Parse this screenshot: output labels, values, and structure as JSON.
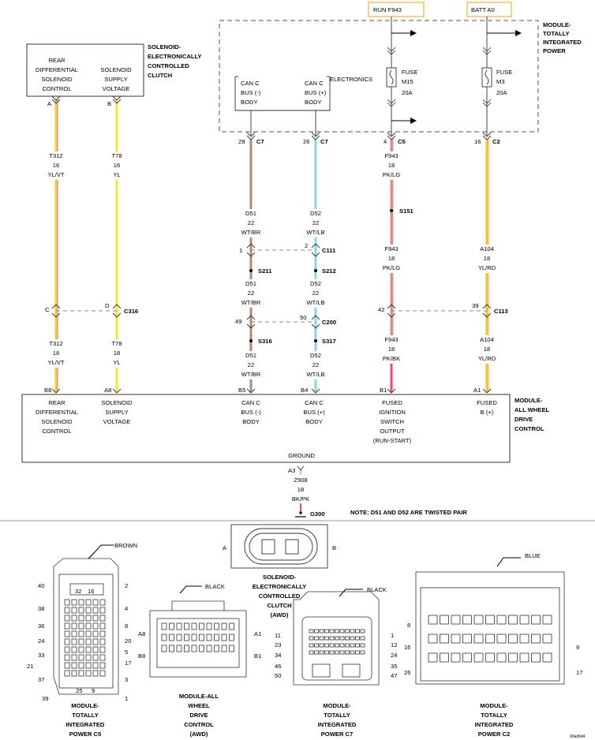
{
  "sources": {
    "run": "RUN F943",
    "batt": "BATT A0"
  },
  "colors": {
    "yl_vt_a": "#f5d020",
    "yl_vt_b": "#e87fb0",
    "yl": "#f0ea2a",
    "wt_br": "#b08a74",
    "wt_lb": "#8fd3ea",
    "pk_lg_a": "#f08090",
    "pk_lg_b": "#8fd08a",
    "pk_bk": "#e84a6a",
    "yl_rd": "#f6c326",
    "orange_box": "#f4b040"
  },
  "clutch": {
    "title": [
      "SOLENOID-",
      "ELECTRONICALLY",
      "CONTROLLED",
      "CLUTCH"
    ],
    "left": [
      "REAR",
      "DIFFERENTIAL",
      "SOLENOID",
      "CONTROL"
    ],
    "right": [
      "SOLENOID",
      "SUPPLY",
      "VOLTAGE"
    ],
    "pinA": "A",
    "pinB": "B"
  },
  "tipm": {
    "title": [
      "MODULE-",
      "TOTALLY",
      "INTEGRATED",
      "POWER"
    ],
    "electronics": "ELECTRONICS",
    "canlo": [
      "CAN C",
      "BUS (-)",
      "BODY"
    ],
    "canhi": [
      "CAN C",
      "BUS (+)",
      "BODY"
    ],
    "fuse1": [
      "FUSE",
      "M15",
      "20A"
    ],
    "fuse2": [
      "FUSE",
      "M3",
      "20A"
    ]
  },
  "pins_top": {
    "p29": "29",
    "c7a": "C7",
    "p26": "26",
    "c7b": "C7",
    "p4": "4",
    "c5": "C5",
    "p16": "16",
    "c2": "C2"
  },
  "wires": {
    "t312a": [
      "T312",
      "16",
      "YL/VT"
    ],
    "t78a": [
      "T78",
      "16",
      "YL"
    ],
    "f943a": [
      "F943",
      "18",
      "PK/LG"
    ],
    "d51a": [
      "D51",
      "22",
      "WT/BR"
    ],
    "d52a": [
      "D52",
      "22",
      "WT/LB"
    ],
    "f943b": [
      "F943",
      "18",
      "PK/LG"
    ],
    "a104a": [
      "A104",
      "18",
      "YL/RD"
    ],
    "d51b": [
      "D51",
      "22",
      "WT/BR"
    ],
    "d52b": [
      "D52",
      "22",
      "WT/LB"
    ],
    "t312b": [
      "T312",
      "18",
      "YL/VT"
    ],
    "t78b": [
      "T78",
      "18",
      "YL"
    ],
    "f943c": [
      "F943",
      "18",
      "PK/BK"
    ],
    "a104b": [
      "A104",
      "18",
      "YL/RD"
    ],
    "d51c": [
      "D51",
      "22",
      "WT/BR"
    ],
    "d52c": [
      "D52",
      "22",
      "WT/LB"
    ],
    "z908": [
      "Z908",
      "18",
      "BK/PK"
    ]
  },
  "splices": {
    "s151": "S151",
    "s211": "S211",
    "s212": "S212",
    "s316": "S316",
    "s317": "S317",
    "g300": "G300"
  },
  "connectors": {
    "c111": "C111",
    "c111p1": "1",
    "c111p2": "2",
    "c316": "C316",
    "c316c": "C",
    "c316d": "D",
    "c113": "C113",
    "c113p42": "42",
    "c113p39": "39",
    "c200": "C200",
    "c200p49": "49",
    "c200p50": "50"
  },
  "awd": {
    "title": [
      "MODULE-",
      "ALL WHEEL",
      "DRIVE",
      "CONTROL"
    ],
    "pins": {
      "b8": "B8",
      "a8": "A8",
      "b5": "B5",
      "b4": "B4",
      "b1": "B1",
      "a1": "A1",
      "a3": "A3"
    },
    "l1": [
      "REAR",
      "DIFFERENTIAL",
      "SOLENOID",
      "CONTROL"
    ],
    "l2": [
      "SOLENOID",
      "SUPPLY",
      "VOLTAGE"
    ],
    "l3": [
      "CAN C",
      "BUS (-)",
      "BODY"
    ],
    "l4": [
      "CAN C",
      "BUS (+)",
      "BODY"
    ],
    "l5": [
      "FUSED",
      "IGNITION",
      "SWITCH",
      "OUTPUT",
      "(RUN-START)"
    ],
    "l6": [
      "FUSED",
      "B (+)"
    ],
    "ground": "GROUND"
  },
  "note": "NOTE: D51 AND D52 ARE TWISTED PAIR",
  "bottom": {
    "brown": "BROWN",
    "black1": "BLACK",
    "black2": "BLACK",
    "blue": "BLUE",
    "c5": [
      "MODULE-",
      "TOTALLY",
      "INTEGRATED",
      "POWER C5"
    ],
    "awd": [
      "MODULE-ALL",
      "WHEEL",
      "DRIVE",
      "CONTROL",
      "(AWD)"
    ],
    "clutch": [
      "SOLENOID-",
      "ELECTRONICALLY",
      "CONTROLLED",
      "CLUTCH",
      "(AWD)"
    ],
    "c7": [
      "MODULE-",
      "TOTALLY",
      "INTEGRATED",
      "POWER C7"
    ],
    "c2": [
      "MODULE-",
      "TOTALLY",
      "INTEGRATED",
      "POWER C2"
    ],
    "clA": "A",
    "clB": "B",
    "c5left": [
      "40",
      "38",
      "36",
      "24",
      "33",
      "21",
      "37",
      "39"
    ],
    "c5right": [
      "2",
      "4",
      "8",
      "20",
      "5",
      "17",
      "3",
      "1"
    ],
    "c5inner": [
      "32",
      "16",
      "25",
      "9"
    ],
    "awdpins": [
      "A8",
      "B8",
      "A1",
      "B1"
    ],
    "c7left": [
      "11",
      "23",
      "34",
      "46",
      "50"
    ],
    "c7right": [
      "1",
      "12",
      "24",
      "35",
      "47"
    ],
    "c2pins": [
      "8",
      "16",
      "26",
      "9",
      "17"
    ],
    "ref": "90ad6d4"
  }
}
